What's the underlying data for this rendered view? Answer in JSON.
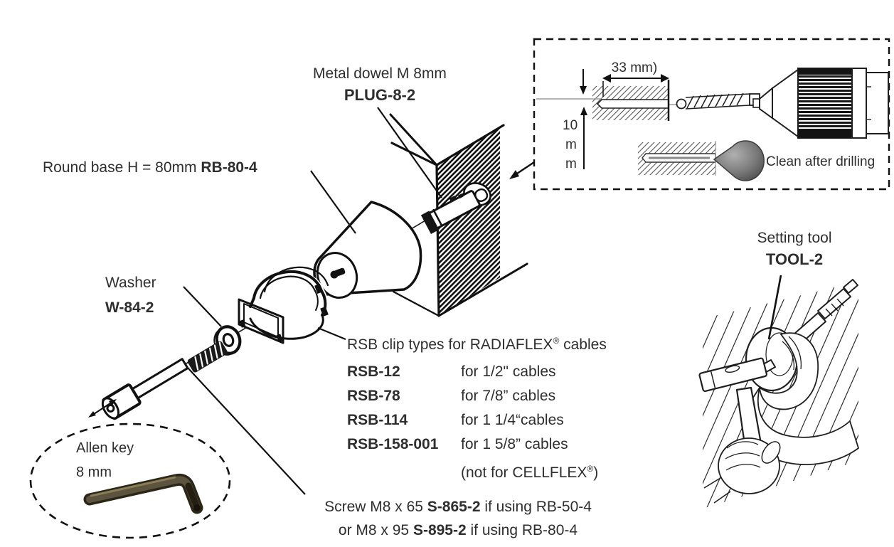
{
  "labels": {
    "metal_dowel_line1": "Metal dowel M 8mm",
    "metal_dowel_code": "PLUG-8-2",
    "round_base_text": "Round base H = 80mm ",
    "round_base_code": "RB-80-4",
    "washer_text": "Washer",
    "washer_code": "W-84-2",
    "allen_key_line1": "Allen key",
    "allen_key_line2": "8 mm",
    "setting_tool_text": "Setting tool",
    "setting_tool_code": "TOOL-2"
  },
  "rsb": {
    "title_pre": "RSB clip types for RADIAFLEX",
    "title_reg": "®",
    "title_post": " cables",
    "rows": [
      {
        "code": "RSB-12",
        "desc": "for 1/2\" cables"
      },
      {
        "code": "RSB-78",
        "desc": "for 7/8” cables"
      },
      {
        "code": "RSB-114",
        "desc": "for 1 1/4“cables"
      },
      {
        "code": "RSB-158-001",
        "desc": "for 1 5/8” cables"
      }
    ],
    "note_pre": "(not for CELLFLEX",
    "note_reg": "®",
    "note_post": ")"
  },
  "screw_note": {
    "line1_pre": "Screw M8 x 65 ",
    "line1_code": "S-865-2",
    "line1_post": " if using RB-50-4",
    "line2_pre": "or M8 x 95 ",
    "line2_code": "S-895-2",
    "line2_post": " if using RB-80-4"
  },
  "inset": {
    "width_dim": "33 mm)",
    "depth_line1": "10",
    "depth_line2": "m",
    "depth_line3": "m",
    "clean_note": "Clean after drilling"
  },
  "colors": {
    "line": "#1c1c1c",
    "text": "#2e2e2e",
    "allen_key_body": "#5d5440",
    "allen_key_dark": "#2b2718",
    "allen_key_highlight": "#8a7d57",
    "bulb_grey": "#707070",
    "guide_grey": "#9a9a9a"
  }
}
